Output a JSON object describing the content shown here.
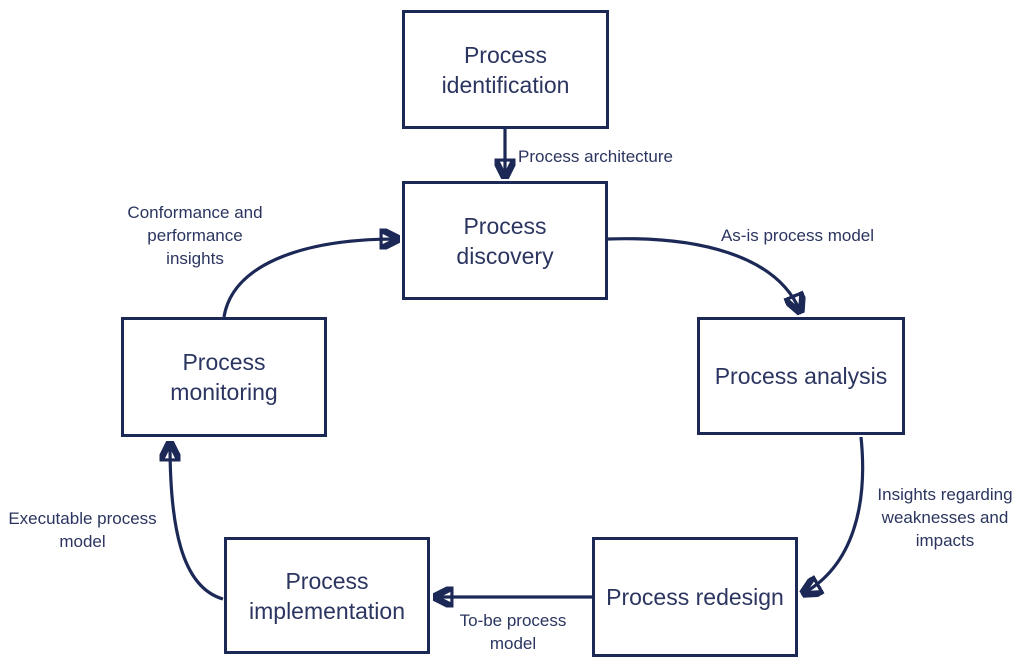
{
  "colors": {
    "ink": "#1c2957",
    "text": "#2b355f",
    "background": "#ffffff"
  },
  "nodes": [
    {
      "id": "process-identification",
      "label": "Process\nidentification"
    },
    {
      "id": "process-discovery",
      "label": "Process\ndiscovery"
    },
    {
      "id": "process-analysis",
      "label": "Process analysis"
    },
    {
      "id": "process-redesign",
      "label": "Process redesign"
    },
    {
      "id": "process-implementation",
      "label": "Process\nimplementation"
    },
    {
      "id": "process-monitoring",
      "label": "Process\nmonitoring"
    }
  ],
  "edges": [
    {
      "from": "process-identification",
      "to": "process-discovery",
      "label": "Process architecture"
    },
    {
      "from": "process-discovery",
      "to": "process-analysis",
      "label": "As-is process model"
    },
    {
      "from": "process-analysis",
      "to": "process-redesign",
      "label": "Insights regarding\nweaknesses and\nimpacts"
    },
    {
      "from": "process-redesign",
      "to": "process-implementation",
      "label": "To-be process\nmodel"
    },
    {
      "from": "process-implementation",
      "to": "process-monitoring",
      "label": "Executable process\nmodel"
    },
    {
      "from": "process-monitoring",
      "to": "process-discovery",
      "label": "Conformance and\nperformance\ninsights"
    }
  ]
}
